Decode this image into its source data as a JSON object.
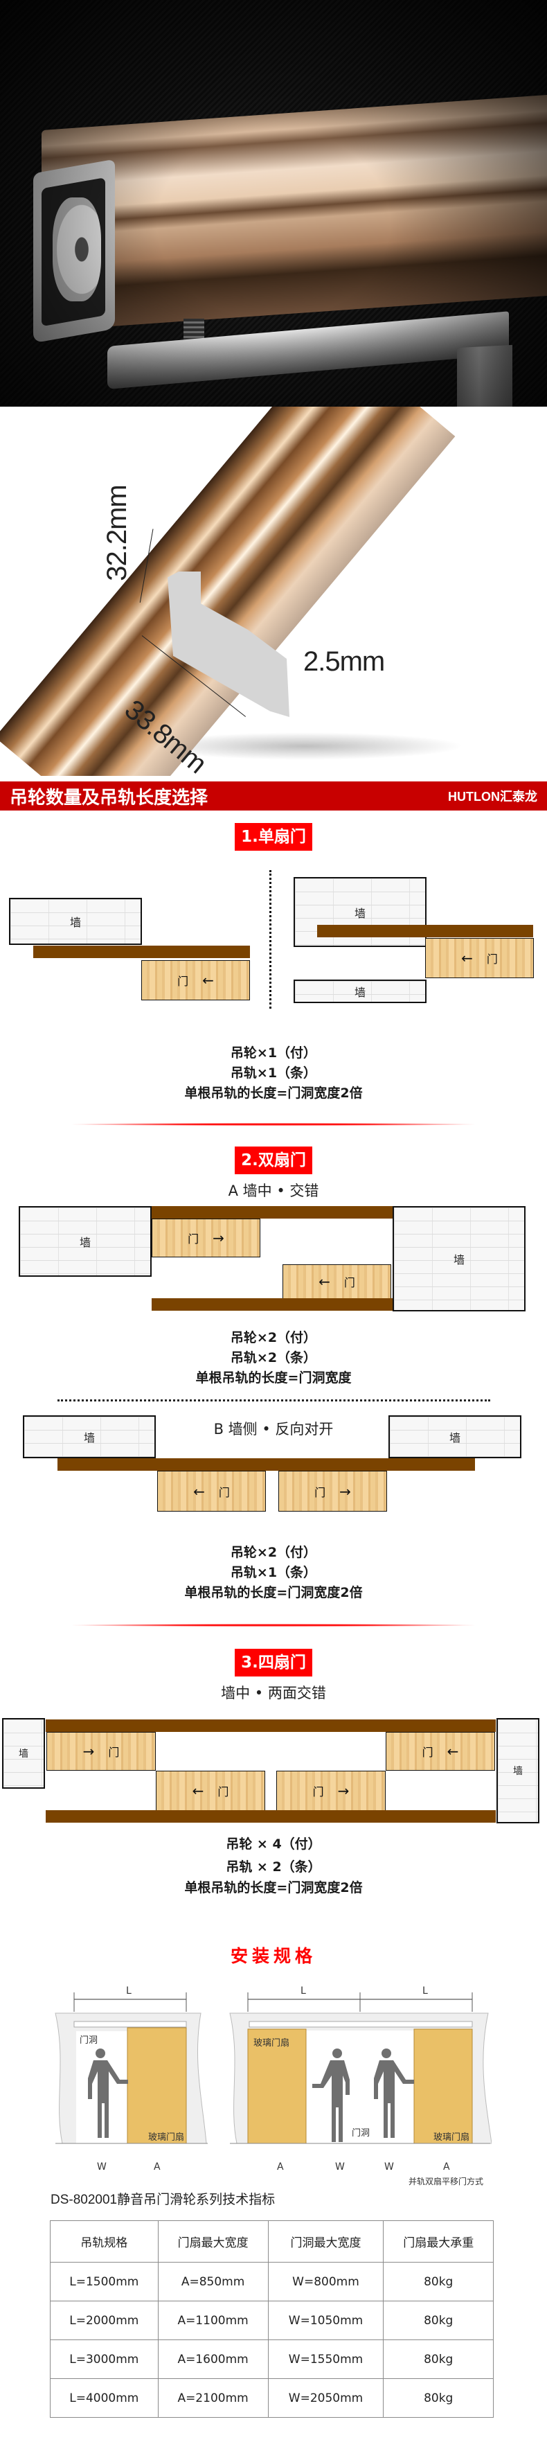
{
  "hero": {
    "image_desc": "Champagne-gold aluminium hanging rail with white roller wheel and silver L-bracket on black carbon-fibre background"
  },
  "profile": {
    "dimensions": {
      "height": "32.2mm",
      "width": "33.8mm",
      "thickness": "2.5mm"
    }
  },
  "section_header": {
    "title": "吊轮数量及吊轨长度选择",
    "brand": "HUTLON汇泰龙",
    "color": "#c80000"
  },
  "labels": {
    "wall": "墙",
    "door": "门",
    "arrow_left": "←",
    "arrow_right": "→"
  },
  "single_door": {
    "badge": "1.单扇门",
    "specs": [
      "吊轮×1（付）",
      "吊轨×1（条）",
      "单根吊轨的长度=门洞宽度2倍"
    ]
  },
  "double_door": {
    "badge": "2.双扇门",
    "variant_a": {
      "subtitle": "A 墙中 • 交错",
      "specs": [
        "吊轮×2（付）",
        "吊轨×2（条）",
        "单根吊轨的长度=门洞宽度"
      ]
    },
    "variant_b": {
      "subtitle": "B 墙侧 • 反向对开",
      "specs": [
        "吊轮×2（付）",
        "吊轨×1（条）",
        "单根吊轨的长度=门洞宽度2倍"
      ]
    }
  },
  "four_door": {
    "badge": "3.四扇门",
    "subtitle": "墙中 • 两面交错",
    "specs": [
      "吊轮 × 4（付）",
      "吊轨 × 2（条）",
      "单根吊轨的长度=门洞宽度2倍"
    ]
  },
  "installation": {
    "title": "安装规格",
    "fig1": {
      "L": "L",
      "W": "W",
      "A": "A",
      "opening": "门洞",
      "panel": "玻璃门扇"
    },
    "fig2": {
      "L1": "L",
      "L2": "L",
      "A1": "A",
      "W1": "W",
      "W2": "W",
      "A2": "A",
      "opening": "门洞",
      "panel_left": "玻璃门扇",
      "panel_right": "玻璃门扇",
      "caption": "并轨双扇平移门方式"
    }
  },
  "spec_table": {
    "title": "DS-802001静音吊门滑轮系列技术指标",
    "headers": [
      "吊轨规格",
      "门扇最大宽度",
      "门洞最大宽度",
      "门扇最大承重"
    ],
    "rows": [
      [
        "L=1500mm",
        "A=850mm",
        "W=800mm",
        "80kg"
      ],
      [
        "L=2000mm",
        "A=1100mm",
        "W=1050mm",
        "80kg"
      ],
      [
        "L=3000mm",
        "A=1600mm",
        "W=1550mm",
        "80kg"
      ],
      [
        "L=4000mm",
        "A=2100mm",
        "W=2050mm",
        "80kg"
      ]
    ]
  }
}
